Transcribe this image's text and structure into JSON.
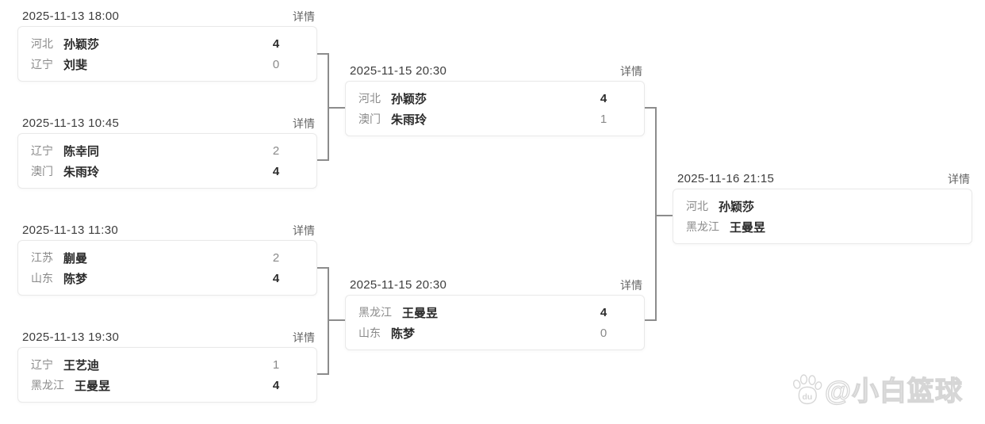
{
  "labels": {
    "details": "详情"
  },
  "matches": [
    {
      "round": "quarterfinal",
      "datetime": "2025-11-13 18:00",
      "players": [
        {
          "team": "河北",
          "name": "孙颖莎",
          "score": "4",
          "result": "win"
        },
        {
          "team": "辽宁",
          "name": "刘斐",
          "score": "0",
          "result": "lose"
        }
      ]
    },
    {
      "round": "quarterfinal",
      "datetime": "2025-11-13 10:45",
      "players": [
        {
          "team": "辽宁",
          "name": "陈幸同",
          "score": "2",
          "result": "lose"
        },
        {
          "team": "澳门",
          "name": "朱雨玲",
          "score": "4",
          "result": "win"
        }
      ]
    },
    {
      "round": "quarterfinal",
      "datetime": "2025-11-13 11:30",
      "players": [
        {
          "team": "江苏",
          "name": "蒯曼",
          "score": "2",
          "result": "lose"
        },
        {
          "team": "山东",
          "name": "陈梦",
          "score": "4",
          "result": "win"
        }
      ]
    },
    {
      "round": "quarterfinal",
      "datetime": "2025-11-13 19:30",
      "players": [
        {
          "team": "辽宁",
          "name": "王艺迪",
          "score": "1",
          "result": "lose"
        },
        {
          "team": "黑龙江",
          "name": "王曼昱",
          "score": "4",
          "result": "win"
        }
      ]
    },
    {
      "round": "semifinal",
      "datetime": "2025-11-15 20:30",
      "players": [
        {
          "team": "河北",
          "name": "孙颖莎",
          "score": "4",
          "result": "win"
        },
        {
          "team": "澳门",
          "name": "朱雨玲",
          "score": "1",
          "result": "lose"
        }
      ]
    },
    {
      "round": "semifinal",
      "datetime": "2025-11-15 20:30",
      "players": [
        {
          "team": "黑龙江",
          "name": "王曼昱",
          "score": "4",
          "result": "win"
        },
        {
          "team": "山东",
          "name": "陈梦",
          "score": "0",
          "result": "lose"
        }
      ]
    },
    {
      "round": "final",
      "datetime": "2025-11-16 21:15",
      "players": [
        {
          "team": "河北",
          "name": "孙颖莎",
          "score": "",
          "result": "pending"
        },
        {
          "team": "黑龙江",
          "name": "王曼昱",
          "score": "",
          "result": "pending"
        }
      ]
    }
  ],
  "watermark": {
    "icon": "baidu-paw-icon",
    "icon_text": "du",
    "text": "@小白篮球"
  },
  "colors": {
    "background": "#ffffff",
    "card_border": "#e9e9e9",
    "connector": "#8c8c8c",
    "text_primary": "#2b2b2b",
    "text_secondary": "#8a8a8a",
    "details_link": "#666666"
  }
}
